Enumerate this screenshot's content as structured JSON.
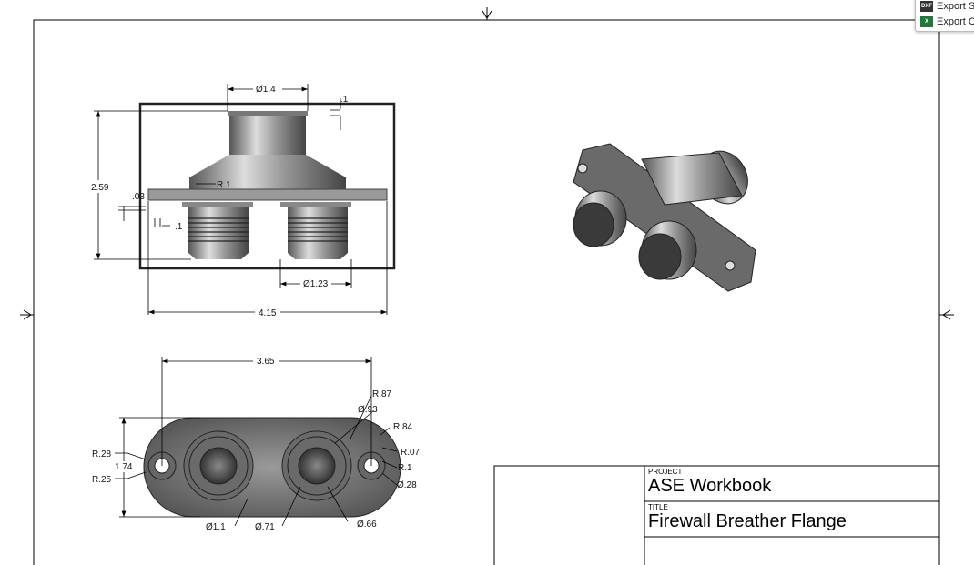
{
  "menu": {
    "items": [
      {
        "label": "Export S",
        "icon": "dxf-icon"
      },
      {
        "label": "Export C",
        "icon": "csv-icon"
      }
    ]
  },
  "title_block": {
    "project_label": "PROJECT",
    "project": "ASE Workbook",
    "title_label": "TITLE",
    "title": "Firewall Breather Flange"
  },
  "front_view": {
    "top_dia": "Ø1.4",
    "lip": ".1",
    "height": "2.59",
    "fillet": "R.1",
    "flange_t": ".03",
    "step": ".1",
    "thread_dia": "Ø1.23",
    "width": "4.15"
  },
  "bottom_view": {
    "hole_span": "3.65",
    "height": "1.74",
    "r1": "R.28",
    "r2": "R.25",
    "r87": "R.87",
    "d93": "Ø.93",
    "r84": "R.84",
    "r07": "R.07",
    "r1b": "R.1",
    "d28": "Ø.28",
    "d11": "Ø1.1",
    "d71": "Ø.71",
    "d66": "Ø.66"
  },
  "colors": {
    "line": "#000000",
    "metal": "#8a8a8a"
  }
}
